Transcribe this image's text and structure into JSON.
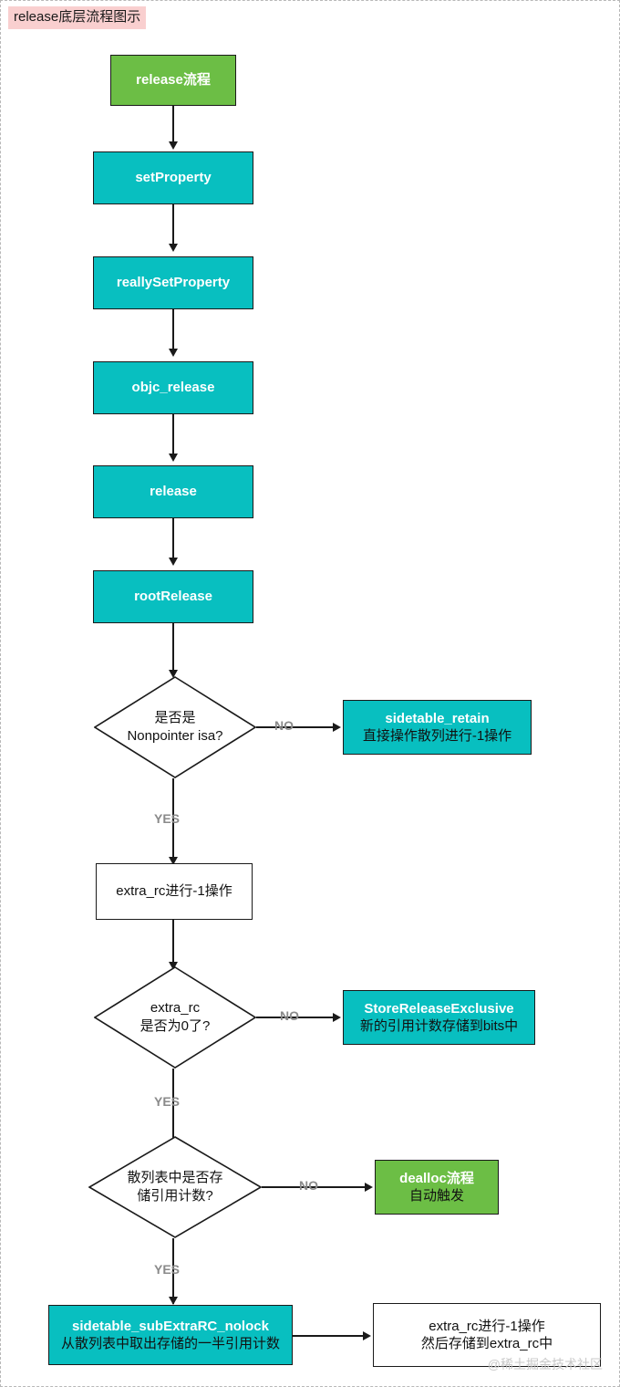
{
  "title": "release底层流程图示",
  "watermark": "@稀土掘金技术社区",
  "colors": {
    "teal": "#08bfc0",
    "green": "#6cbe45",
    "title_highlight": "#f9cfcf",
    "edge": "#1a1a1a",
    "edge_label": "#8a8a8a",
    "watermark": "#c9c9c9"
  },
  "chart_data": {
    "type": "diagram",
    "title": "release底层流程图示",
    "orientation": "top-to-bottom",
    "nodes": [
      {
        "id": "n1",
        "shape": "rect",
        "fill": "green",
        "lines": [
          "release流程"
        ]
      },
      {
        "id": "n2",
        "shape": "rect",
        "fill": "teal",
        "lines": [
          "setProperty"
        ]
      },
      {
        "id": "n3",
        "shape": "rect",
        "fill": "teal",
        "lines": [
          "reallySetProperty"
        ]
      },
      {
        "id": "n4",
        "shape": "rect",
        "fill": "teal",
        "lines": [
          "objc_release"
        ]
      },
      {
        "id": "n5",
        "shape": "rect",
        "fill": "teal",
        "lines": [
          "release"
        ]
      },
      {
        "id": "n6",
        "shape": "rect",
        "fill": "teal",
        "lines": [
          "rootRelease"
        ]
      },
      {
        "id": "d1",
        "shape": "diamond",
        "fill": "white",
        "lines": [
          "是否是",
          "Nonpointer isa?"
        ]
      },
      {
        "id": "n7",
        "shape": "rect",
        "fill": "teal",
        "lines": [
          "sidetable_retain",
          "直接操作散列进行-1操作"
        ]
      },
      {
        "id": "n8",
        "shape": "rect",
        "fill": "white",
        "lines": [
          "extra_rc进行-1操作"
        ]
      },
      {
        "id": "d2",
        "shape": "diamond",
        "fill": "white",
        "lines": [
          "extra_rc",
          "是否为0了?"
        ]
      },
      {
        "id": "n9",
        "shape": "rect",
        "fill": "teal",
        "lines": [
          "StoreReleaseExclusive",
          "新的引用计数存储到bits中"
        ]
      },
      {
        "id": "d3",
        "shape": "diamond",
        "fill": "white",
        "lines": [
          "散列表中是否存",
          "储引用计数?"
        ]
      },
      {
        "id": "n10",
        "shape": "rect",
        "fill": "green",
        "lines": [
          "dealloc流程",
          "自动触发"
        ]
      },
      {
        "id": "n11",
        "shape": "rect",
        "fill": "teal",
        "lines": [
          "sidetable_subExtraRC_nolock",
          "从散列表中取出存储的一半引用计数"
        ]
      },
      {
        "id": "n12",
        "shape": "rect",
        "fill": "white",
        "lines": [
          "extra_rc进行-1操作",
          "然后存储到extra_rc中"
        ]
      }
    ],
    "edges": [
      {
        "from": "n1",
        "to": "n2",
        "label": ""
      },
      {
        "from": "n2",
        "to": "n3",
        "label": ""
      },
      {
        "from": "n3",
        "to": "n4",
        "label": ""
      },
      {
        "from": "n4",
        "to": "n5",
        "label": ""
      },
      {
        "from": "n5",
        "to": "n6",
        "label": ""
      },
      {
        "from": "n6",
        "to": "d1",
        "label": ""
      },
      {
        "from": "d1",
        "to": "n7",
        "label": "NO"
      },
      {
        "from": "d1",
        "to": "n8",
        "label": "YES"
      },
      {
        "from": "n8",
        "to": "d2",
        "label": ""
      },
      {
        "from": "d2",
        "to": "n9",
        "label": "NO"
      },
      {
        "from": "d2",
        "to": "d3",
        "label": "YES"
      },
      {
        "from": "d3",
        "to": "n10",
        "label": "NO"
      },
      {
        "from": "d3",
        "to": "n11",
        "label": "YES"
      },
      {
        "from": "n11",
        "to": "n12",
        "label": ""
      }
    ],
    "edge_labels": {
      "d1_no": "NO",
      "d1_yes": "YES",
      "d2_no": "NO",
      "d2_yes": "YES",
      "d3_no": "NO",
      "d3_yes": "YES"
    }
  }
}
